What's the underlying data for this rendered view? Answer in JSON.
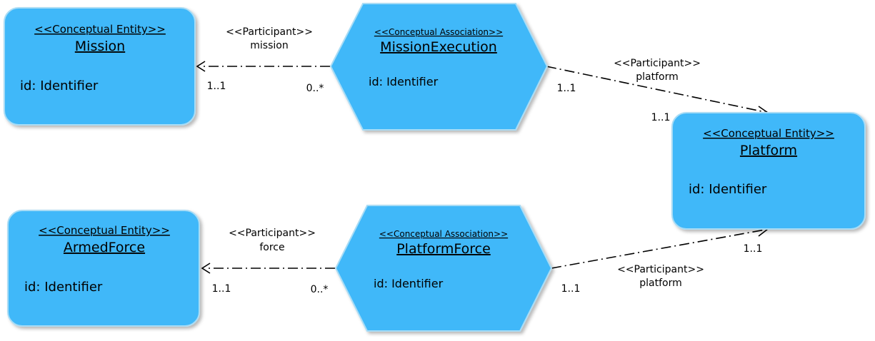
{
  "colors": {
    "shape_fill": "#41b8f9",
    "shape_stroke": "#a9dcf5",
    "line": "#000000"
  },
  "entities": {
    "mission": {
      "stereotype": "<<Conceptual Entity>>",
      "name": "Mission",
      "attribute": "id: Identifier"
    },
    "platform": {
      "stereotype": "<<Conceptual Entity>>",
      "name": "Platform",
      "attribute": "id: Identifier"
    },
    "armed_force": {
      "stereotype": "<<Conceptual Entity>>",
      "name": "ArmedForce",
      "attribute": "id: Identifier"
    }
  },
  "associations": {
    "mission_execution": {
      "stereotype": "<<Conceptual Association>>",
      "name": "MissionExecution",
      "attribute": "id: Identifier"
    },
    "platform_force": {
      "stereotype": "<<Conceptual Association>>",
      "name": "PlatformForce",
      "attribute": "id: Identifier"
    }
  },
  "edges": {
    "me_mission": {
      "stereotype": "<<Participant>>",
      "role": "mission",
      "mult_source": "0..*",
      "mult_target": "1..1"
    },
    "me_platform": {
      "stereotype": "<<Participant>>",
      "role": "platform",
      "mult_source": "1..1",
      "mult_target": "1..1"
    },
    "pf_force": {
      "stereotype": "<<Participant>>",
      "role": "force",
      "mult_source": "0..*",
      "mult_target": "1..1"
    },
    "pf_platform": {
      "stereotype": "<<Participant>>",
      "role": "platform",
      "mult_source": "1..1",
      "mult_target": "1..1"
    }
  }
}
